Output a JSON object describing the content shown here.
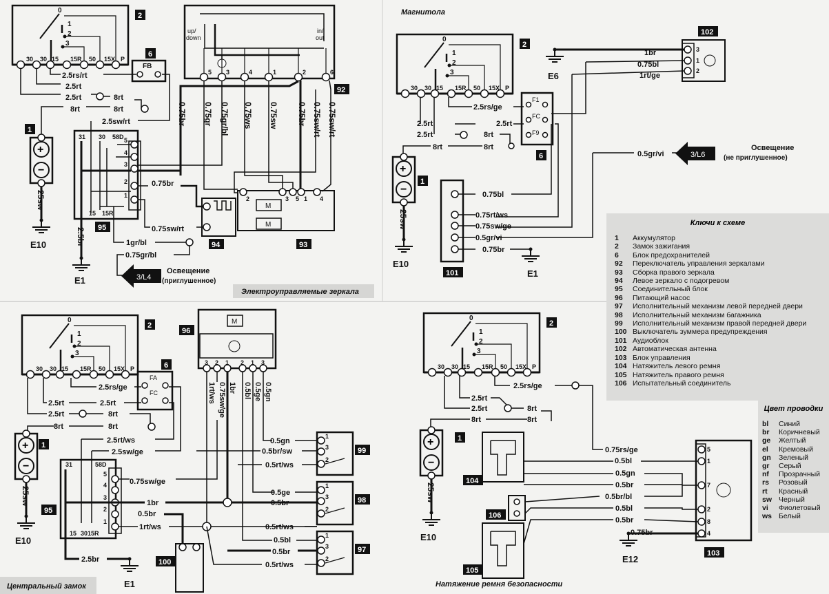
{
  "ignition_terminals": [
    "30",
    "30",
    "15",
    "15R",
    "50",
    "15X",
    "P"
  ],
  "ignition_positions": [
    "0",
    "1",
    "2",
    "3"
  ],
  "motor_label": "M",
  "mirrors": {
    "title": "Электроуправляемые зеркала",
    "ignition_badge": "2",
    "fuse_badge": "6",
    "fuse_label": "FB",
    "battery_badge": "1",
    "battery_wire": "25sw",
    "ground_battery": "E10",
    "block_badge": "95",
    "block_labels": [
      "31",
      "30",
      "58D",
      "15",
      "15R"
    ],
    "block_pins": [
      "5",
      "4",
      "3",
      "2",
      "1"
    ],
    "block_ground_wire": "2.5br",
    "ground_block": "E1",
    "switch_badge": "92",
    "switch_labels": [
      "up/",
      "down",
      "in/",
      "out"
    ],
    "switch_pins": [
      "5",
      "3",
      "4",
      "1",
      "2",
      "6"
    ],
    "mirror_left_badge": "94",
    "mirror_right_badge": "93",
    "mirror_right_pins": [
      "2",
      "3",
      "5",
      "1",
      "4"
    ],
    "wires": [
      "2.5rs/rt",
      "2.5rt",
      "2.5rt",
      "8rt",
      "8rt",
      "8rt",
      "2.5sw/rt",
      "0.75br",
      "0.75sw/rt",
      "1gr/bl",
      "0.75gr/bl"
    ],
    "vwires": [
      "0.75br",
      "0.75gr",
      "0.75gr/bl",
      "0.75ws",
      "0.75sw",
      "0.75br",
      "0.75sw/rt",
      "0.75sw/rt"
    ],
    "lighting": {
      "connector": "3/L4",
      "label": "Освещение",
      "sublabel": "(приглушенное)"
    }
  },
  "radio": {
    "title": "Магнитола",
    "ignition_badge": "2",
    "antenna_badge": "102",
    "antenna_pins": [
      "3",
      "1",
      "2"
    ],
    "ground_antenna": "E6",
    "fuse_badge": "6",
    "fuse_labels": [
      "F1",
      "FC",
      "F9"
    ],
    "wires": [
      "1br",
      "0.75bl",
      "1rt/ge",
      "2.5rs/ge",
      "2.5rt",
      "2.5rt",
      "2.5rt",
      "8rt",
      "8rt",
      "8rt",
      "0.5gr/vi"
    ],
    "lighting": {
      "connector": "3/L6",
      "label": "Освещение",
      "sublabel": "(не приглушенное)"
    },
    "battery_badge": "1",
    "battery_wire": "25sw",
    "ground_battery": "E10",
    "audio_badge": "101",
    "audio_wires": [
      "0.75bl",
      "0.75rt/ws",
      "0.75sw/ge",
      "0.5gr/vi",
      "0.75br"
    ],
    "ground_audio": "E1"
  },
  "central_lock": {
    "title": "Центральный замок",
    "ignition_badge": "2",
    "fuse_badge": "6",
    "fuse_labels": [
      "FA",
      "FC"
    ],
    "wires": [
      "2.5rs/ge",
      "2.5rt",
      "2.5rt",
      "2.5rt",
      "8rt",
      "8rt",
      "8rt",
      "2.5rt/ws",
      "2.5sw/ge",
      "0.75sw/ge",
      "1br",
      "0.5br",
      "1rt/ws",
      "2.5br"
    ],
    "battery_badge": "1",
    "battery_wire": "25sw",
    "ground_battery": "E10",
    "pump_badge": "96",
    "pump_pins": [
      "3",
      "2",
      "1",
      "2",
      "1",
      "3"
    ],
    "vwires": [
      "1rt/ws",
      "0.75sw/ge",
      "1br",
      "0.5bl",
      "0.5ge",
      "0.5gn"
    ],
    "block_badge": "95",
    "block_labels": [
      "31",
      "58D",
      "15",
      "30",
      "15R"
    ],
    "block_pins": [
      "5",
      "4",
      "3",
      "2",
      "1"
    ],
    "switch_badge": "100",
    "ground_block": "E1",
    "actuators": [
      {
        "badge": "99",
        "pins": [
          "1",
          "3",
          "2"
        ],
        "wires": [
          "0.5gn",
          "0.5br/sw",
          "0.5rt/ws"
        ]
      },
      {
        "badge": "98",
        "pins": [
          "1",
          "3",
          "2"
        ],
        "wires": [
          "0.5ge",
          "0.5br",
          "0.5rt/ws"
        ]
      },
      {
        "badge": "97",
        "pins": [
          "1",
          "3",
          "2"
        ],
        "wires": [
          "0.5bl",
          "0.5br",
          "0.5rt/ws"
        ]
      }
    ]
  },
  "belt": {
    "title": "Натяжение ремня безопасности",
    "ignition_badge": "2",
    "wires": [
      "2.5rs/ge",
      "2.5rt",
      "2.5rt",
      "8rt",
      "8rt",
      "8rt"
    ],
    "battery_badge": "1",
    "battery_wire": "25sw",
    "ground_battery": "E10",
    "left_badge": "104",
    "test_badge": "106",
    "right_badge": "105",
    "unit_badge": "103",
    "unit_pins": [
      "5",
      "1",
      "7",
      "2",
      "8",
      "4"
    ],
    "unit_wires": [
      "0.75rs/ge",
      "0.5bl",
      "0.5gn",
      "0.5br",
      "0.5br/bl",
      "0.5bl",
      "0.5br",
      "0.75br"
    ],
    "ground_unit": "E12"
  },
  "legend": {
    "title": "Ключи к схеме",
    "items": [
      {
        "num": "1",
        "text": "Аккумулятор"
      },
      {
        "num": "2",
        "text": "Замок зажигания"
      },
      {
        "num": "6",
        "text": "Блок предохранителей"
      },
      {
        "num": "92",
        "text": "Переключатель управления зеркалами"
      },
      {
        "num": "93",
        "text": "Сборка правого зеркала"
      },
      {
        "num": "94",
        "text": "Левое зеркало с подогревом"
      },
      {
        "num": "95",
        "text": "Соединительный блок"
      },
      {
        "num": "96",
        "text": "Питающий насос"
      },
      {
        "num": "97",
        "text": "Исполнительный механизм левой передней двери"
      },
      {
        "num": "98",
        "text": "Исполнительный механизм багажника"
      },
      {
        "num": "99",
        "text": "Исполнительный механизм правой передней двери"
      },
      {
        "num": "100",
        "text": "Выключатель зуммера предупреждения"
      },
      {
        "num": "101",
        "text": "Аудиоблок"
      },
      {
        "num": "102",
        "text": "Автоматическая антенна"
      },
      {
        "num": "103",
        "text": "Блок управления"
      },
      {
        "num": "104",
        "text": "Натяжитель левого ремня"
      },
      {
        "num": "105",
        "text": "Натяжитель правого ремня"
      },
      {
        "num": "106",
        "text": "Испытательный соединитель"
      }
    ]
  },
  "wire_colors": {
    "title": "Цвет проводки",
    "items": [
      {
        "code": "bl",
        "name": "Синий"
      },
      {
        "code": "br",
        "name": "Коричневый"
      },
      {
        "code": "ge",
        "name": "Желтый"
      },
      {
        "code": "el",
        "name": "Кремовый"
      },
      {
        "code": "gn",
        "name": "Зеленый"
      },
      {
        "code": "gr",
        "name": "Серый"
      },
      {
        "code": "nf",
        "name": "Прозрачный"
      },
      {
        "code": "rs",
        "name": "Розовый"
      },
      {
        "code": "rt",
        "name": "Красный"
      },
      {
        "code": "sw",
        "name": "Черный"
      },
      {
        "code": "vi",
        "name": "Фиолетовый"
      },
      {
        "code": "ws",
        "name": "Белый"
      }
    ]
  }
}
